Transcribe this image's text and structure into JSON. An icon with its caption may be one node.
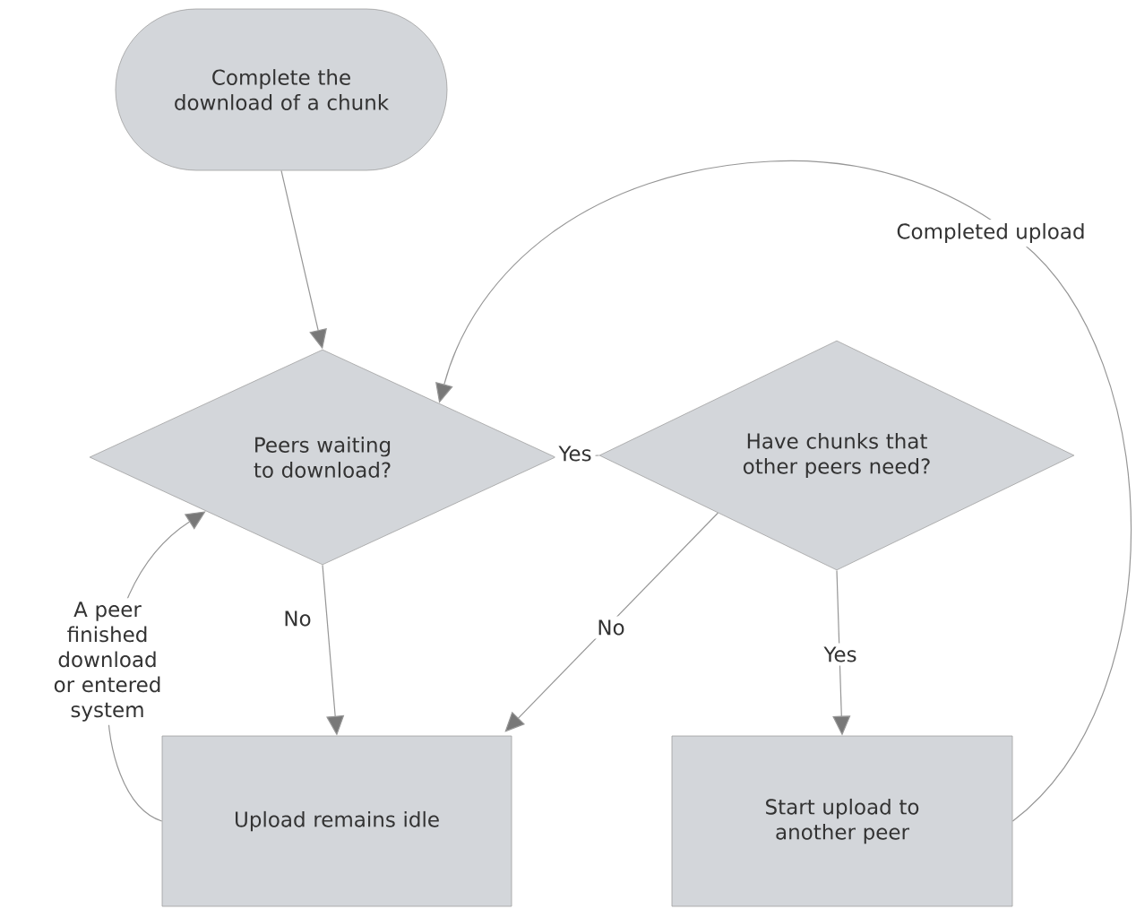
{
  "diagram": {
    "nodes": [
      {
        "text": [
          "Complete the download of a chunk"
        ]
      },
      {
        "text": [
          "Peers waiting to download?"
        ]
      },
      {
        "text": [
          "Have chunks that other peers need?"
        ]
      },
      {
        "text": [
          "Upload remains idle"
        ]
      },
      {
        "text": [
          "Start upload to another peer"
        ]
      }
    ],
    "edges": [
      {
        "from": 0,
        "to": 1,
        "arrow": "to"
      },
      {
        "from": 1,
        "to": 2,
        "arrow": "none",
        "label": "Yes"
      },
      {
        "from": 1,
        "to": 3,
        "arrow": "to",
        "label": "No"
      },
      {
        "from": 2,
        "to": 3,
        "arrow": "to",
        "label": "No"
      },
      {
        "from": 2,
        "to": 4,
        "arrow": "to",
        "label": "Yes"
      },
      {
        "from": 4,
        "to": 1,
        "arrow": "to",
        "label": "Completed upload"
      },
      {
        "from": 3,
        "to": 1,
        "arrow": "to",
        "label": "A peer finished download or entered system"
      }
    ]
  }
}
